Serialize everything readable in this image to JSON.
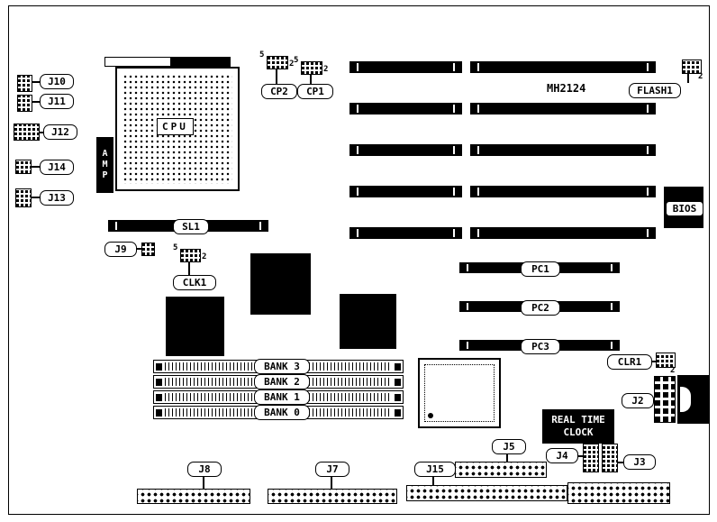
{
  "board": {
    "part_number": "MH2124",
    "rtc_label": "REAL TIME\nCLOCK"
  },
  "labels": {
    "j10": "J10",
    "j11": "J11",
    "j12": "J12",
    "j14": "J14",
    "j13": "J13",
    "cpu": "CPU",
    "amp": "AMP",
    "cp2": "CP2",
    "cp1": "CP1",
    "flash1": "FLASH1",
    "bios": "BIOS",
    "sl1": "SL1",
    "j9": "J9",
    "clk1": "CLK1",
    "pc1": "PC1",
    "pc2": "PC2",
    "pc3": "PC3",
    "bank3": "BANK 3",
    "bank2": "BANK 2",
    "bank1": "BANK 1",
    "bank0": "BANK 0",
    "clr1": "CLR1",
    "j2": "J2",
    "j4": "J4",
    "j3": "J3",
    "j5": "J5",
    "j15": "J15",
    "j7": "J7",
    "j8": "J8"
  },
  "pin_markers": {
    "five": "5",
    "two": "2"
  }
}
